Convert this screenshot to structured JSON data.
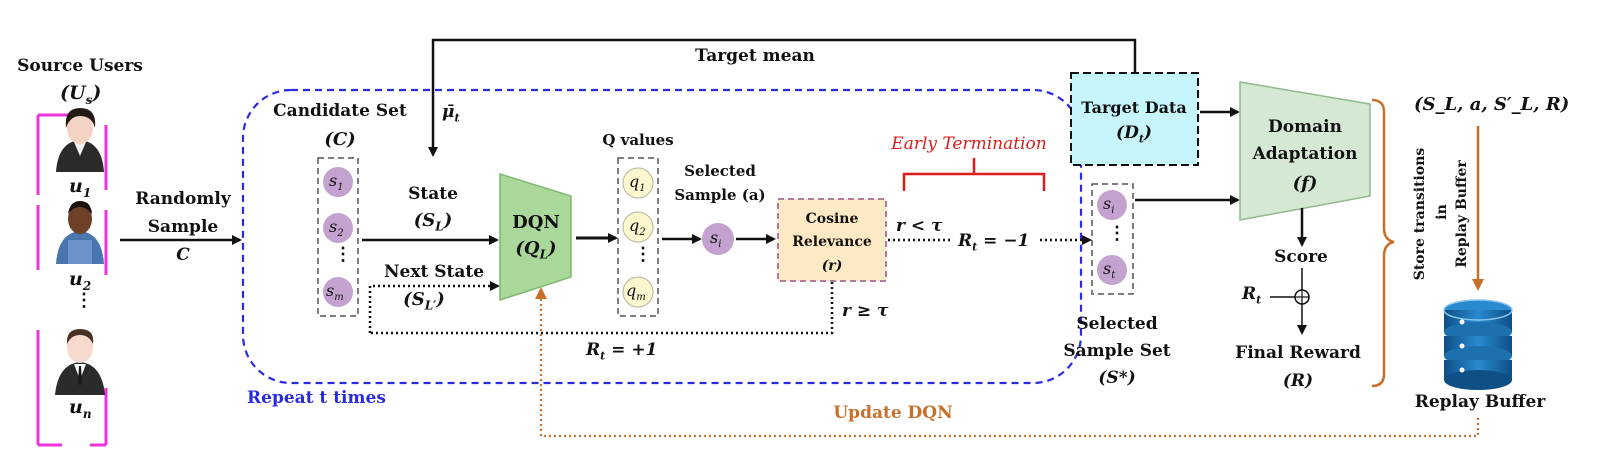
{
  "source_users": {
    "title": "Source Users",
    "symbol": "(U",
    "symbol_sub": "s",
    "symbol_close": ")",
    "users": [
      {
        "name": "u",
        "sub": "1"
      },
      {
        "name": "u",
        "sub": "2"
      },
      {
        "name": "u",
        "sub": "n"
      }
    ],
    "dots": "⋮"
  },
  "sampling": {
    "line1": "Randomly",
    "line2": "Sample",
    "var": "C"
  },
  "candidate_set": {
    "title": "Candidate Set",
    "symbol": "(C)",
    "items": [
      {
        "name": "s",
        "sub": "1"
      },
      {
        "name": "s",
        "sub": "2"
      },
      {
        "name": "s",
        "sub": "m"
      }
    ],
    "dots": "⋮"
  },
  "target_mean": {
    "label": "Target mean",
    "mu": "μ̄",
    "mu_sub": "t"
  },
  "state": {
    "label": "State",
    "symbol": "(S",
    "sub": "L",
    "close": ")"
  },
  "next_state": {
    "label": "Next State",
    "symbol": "(S",
    "sub": "L′",
    "close": ")"
  },
  "dqn": {
    "label": "DQN",
    "symbol": "(Q",
    "sub": "L",
    "close": ")"
  },
  "q_values": {
    "title": "Q values",
    "items": [
      {
        "name": "q",
        "sub": "1"
      },
      {
        "name": "q",
        "sub": "2"
      },
      {
        "name": "q",
        "sub": "m"
      }
    ],
    "dots": "⋮"
  },
  "selected_sample": {
    "line1": "Selected",
    "line2": "Sample (a)",
    "node": "s",
    "node_sub": "i"
  },
  "cosine": {
    "line1": "Cosine",
    "line2": "Relevance",
    "line3": "(r)"
  },
  "early_termination": "Early Termination",
  "r_less_tau": "r < τ",
  "r_geq_tau": "r ≥ τ",
  "reward_neg": {
    "r": "R",
    "sub": "t",
    "value": " = −1"
  },
  "reward_pos": {
    "r": "R",
    "sub": "t",
    "value": " = +1"
  },
  "selected_set": {
    "nodes": [
      {
        "name": "s",
        "sub": "i"
      },
      {
        "name": "s",
        "sub": "t"
      }
    ],
    "dots": "⋮",
    "line1": "Selected",
    "line2": "Sample Set",
    "symbol": "(S*)"
  },
  "target_data": {
    "label": "Target Data",
    "symbol": "(D",
    "sub": "t",
    "close": ")"
  },
  "domain_adaptation": {
    "line1": "Domain",
    "line2": "Adaptation",
    "symbol": "(f)"
  },
  "score": "Score",
  "rt_label": {
    "r": "R",
    "sub": "t"
  },
  "final_reward": {
    "label": "Final Reward",
    "symbol": "(R)"
  },
  "transition": "(S_L, a, S′_L, R)",
  "store_text": {
    "line1": "Store transitions",
    "line2": "in",
    "line3": "Replay Buffer"
  },
  "replay_buffer": "Replay Buffer",
  "update_dqn": "Update DQN",
  "repeat": "Repeat t times",
  "colors": {
    "magenta": "#ee33dd",
    "blue_dashed": "#2a2ae0",
    "dqn_green": "#a9d89a",
    "domain_green": "#d5e8d4",
    "cosine_fill": "#fdeac4",
    "cosine_border": "#b07a9a",
    "target_cyan": "#c6f5fb",
    "node_purple": "#c3a2cf",
    "q_yellow": "#fdf7cf",
    "red": "#e01b1b",
    "orange": "#c8702a",
    "db_blue": "#1d6fae"
  }
}
